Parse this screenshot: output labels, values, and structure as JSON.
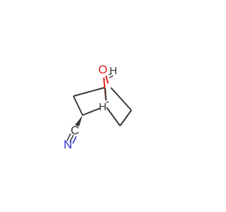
{
  "molecule": {
    "atoms": {
      "oxygen": {
        "label": "O",
        "color": "#e0201b"
      },
      "carbon_nitrile": {
        "label": "C",
        "color": "#333333"
      },
      "nitrogen": {
        "label": "N",
        "color": "#2a2fd0"
      },
      "h_top": {
        "label": "H",
        "color": "#333333"
      },
      "h_middle": {
        "label": "H",
        "color": "#333333"
      }
    },
    "colors": {
      "bond": "#3a3a3a",
      "oxygen": "#e0201b",
      "nitrogen": "#2a2fd0",
      "background": "#ffffff"
    }
  }
}
